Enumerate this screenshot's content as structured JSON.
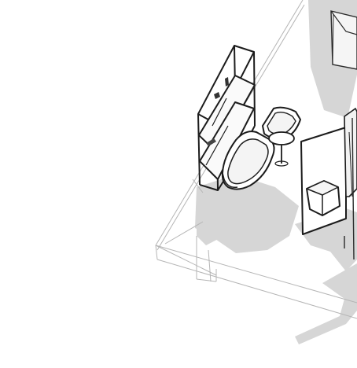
{
  "scene": {
    "kind": "isometric-bathroom-sketch",
    "fixtures": [
      "open-shelving-unit",
      "freestanding-bathtub",
      "toilet",
      "round-side-table",
      "wall-panel",
      "cube-seat"
    ],
    "colors": {
      "background": "#ffffff",
      "shadow": "#d4d4d4",
      "line": "#1c1c1c",
      "construction_line": "#b8b8b8",
      "wall_fill": "#f3f3f3"
    }
  }
}
